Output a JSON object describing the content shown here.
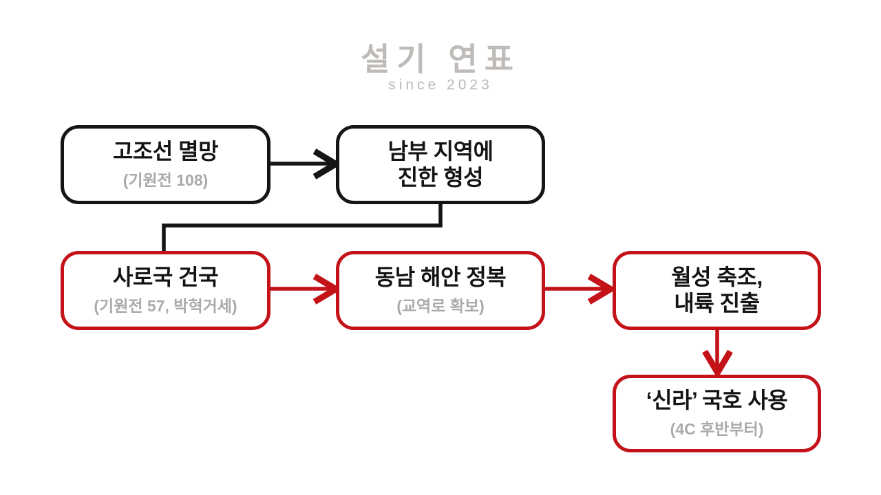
{
  "watermark": {
    "title": "설기 연표",
    "subtitle": "since 2023"
  },
  "colors": {
    "box_black": "#151515",
    "box_red": "#c41219",
    "title_text": "#141414",
    "muted_text": "#abaaaa",
    "watermark_text": "#b3b0ac",
    "bg": "#ffffff"
  },
  "flow": {
    "boxes": [
      {
        "id": "gojoseon-fall",
        "lines": [
          "고조선 멸망"
        ],
        "note": "(기원전 108)",
        "accent": "black"
      },
      {
        "id": "jinhan-formation",
        "lines": [
          "남부 지역에",
          "진한 형성"
        ],
        "accent": "black"
      },
      {
        "id": "saroguk-founding",
        "lines": [
          "사로국 건국"
        ],
        "note": "(기원전 57, 박혁거세)",
        "accent": "red"
      },
      {
        "id": "coast-conquest",
        "lines": [
          "동남 해안 정복"
        ],
        "note": "(교역로 확보)",
        "accent": "red"
      },
      {
        "id": "wolseong-advance",
        "lines": [
          "월성 축조,",
          "내륙 진출"
        ],
        "accent": "red"
      },
      {
        "id": "silla-name",
        "lines": [
          "‘신라’ 국호 사용"
        ],
        "note": "(4C 후반부터)",
        "accent": "red"
      }
    ],
    "connections": [
      {
        "from": "gojoseon-fall",
        "to": "jinhan-formation",
        "style": "arrow-right",
        "color": "black"
      },
      {
        "from": "jinhan-formation",
        "to": "saroguk-founding",
        "style": "elbow-down-left",
        "color": "black"
      },
      {
        "from": "saroguk-founding",
        "to": "coast-conquest",
        "style": "arrow-right",
        "color": "red"
      },
      {
        "from": "coast-conquest",
        "to": "wolseong-advance",
        "style": "arrow-right",
        "color": "red"
      },
      {
        "from": "wolseong-advance",
        "to": "silla-name",
        "style": "arrow-down",
        "color": "red"
      }
    ]
  }
}
